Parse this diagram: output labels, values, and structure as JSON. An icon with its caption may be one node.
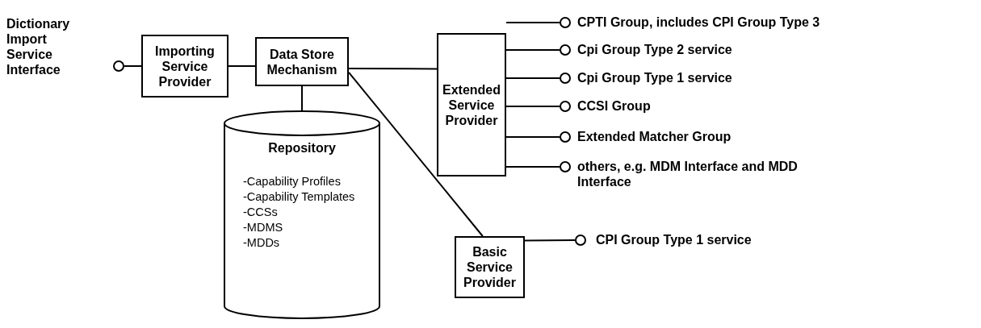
{
  "diagram": {
    "nodes": [
      {
        "text": [],
        "shape": "circle",
        "beside": [
          "Dictionary Import Service Interface"
        ]
      },
      {
        "text": [
          "Importing Service Provider"
        ]
      },
      {
        "text": [
          "Data Store Mechanism"
        ]
      },
      {
        "text": [
          "Repository",
          "-Capability Profiles",
          "-Capability Templates",
          "-CCSs",
          "-MDMS",
          "-MDDs"
        ]
      },
      {
        "text": [
          "Extended Service Provider"
        ]
      },
      {
        "text": [
          "Basic Service Provider"
        ]
      },
      {
        "text": [],
        "shape": "circle",
        "beside": [
          "CPTI Group, includes CPI Group Type 3"
        ]
      },
      {
        "text": [],
        "shape": "circle",
        "beside": [
          "Cpi Group Type 2 service"
        ]
      },
      {
        "text": [],
        "shape": "circle",
        "beside": [
          "Cpi Group Type 1 service"
        ]
      },
      {
        "text": [],
        "shape": "circle",
        "beside": [
          "CCSI Group"
        ]
      },
      {
        "text": [],
        "shape": "circle",
        "beside": [
          "Extended Matcher Group"
        ]
      },
      {
        "text": [],
        "shape": "circle",
        "beside": [
          "others, e.g. MDM Interface and MDD Interface"
        ]
      },
      {
        "text": [],
        "shape": "circle",
        "beside": [
          "CPI Group Type 1 service"
        ]
      }
    ],
    "edges": [
      {
        "from": 0,
        "to": 1,
        "arrow": "none"
      },
      {
        "from": 1,
        "to": 2,
        "arrow": "none"
      },
      {
        "from": 2,
        "to": 3,
        "arrow": "none"
      },
      {
        "from": 2,
        "to": 4,
        "arrow": "none"
      },
      {
        "from": 2,
        "to": 5,
        "arrow": "none"
      },
      {
        "from": 4,
        "to": 6,
        "arrow": "none"
      },
      {
        "from": 4,
        "to": 7,
        "arrow": "none"
      },
      {
        "from": 4,
        "to": 8,
        "arrow": "none"
      },
      {
        "from": 4,
        "to": 9,
        "arrow": "none"
      },
      {
        "from": 4,
        "to": 10,
        "arrow": "none"
      },
      {
        "from": 4,
        "to": 11,
        "arrow": "none"
      },
      {
        "from": 5,
        "to": 12,
        "arrow": "none"
      }
    ]
  }
}
